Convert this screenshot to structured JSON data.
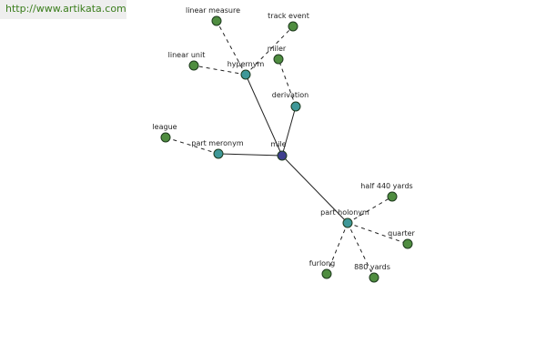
{
  "watermark": {
    "text": "http://www.artikata.com"
  },
  "colors": {
    "center_node": "#3e3f8e",
    "relation_node": "#3f9898",
    "leaf_node": "#4f8d40",
    "edge": "#222222"
  },
  "graph": {
    "nodes": [
      {
        "id": "mile",
        "label": "mile",
        "kind": "center"
      },
      {
        "id": "hypernym",
        "label": "hypernym",
        "kind": "relation"
      },
      {
        "id": "derivation",
        "label": "derivation",
        "kind": "relation"
      },
      {
        "id": "part-meronym",
        "label": "part meronym",
        "kind": "relation"
      },
      {
        "id": "part-holonym",
        "label": "part holonym",
        "kind": "relation"
      },
      {
        "id": "linear-measure",
        "label": "linear measure",
        "kind": "leaf"
      },
      {
        "id": "linear-unit",
        "label": "linear unit",
        "kind": "leaf"
      },
      {
        "id": "track-event",
        "label": "track event",
        "kind": "leaf"
      },
      {
        "id": "miler",
        "label": "miler",
        "kind": "leaf"
      },
      {
        "id": "league",
        "label": "league",
        "kind": "leaf"
      },
      {
        "id": "half-440-yards",
        "label": "half 440 yards",
        "kind": "leaf"
      },
      {
        "id": "quarter",
        "label": "quarter",
        "kind": "leaf"
      },
      {
        "id": "furlong",
        "label": "furlong",
        "kind": "leaf"
      },
      {
        "id": "880-yards",
        "label": "880 yards",
        "kind": "leaf"
      }
    ],
    "edges": [
      {
        "from": "mile",
        "to": "hypernym",
        "style": "solid"
      },
      {
        "from": "mile",
        "to": "derivation",
        "style": "solid"
      },
      {
        "from": "mile",
        "to": "part-meronym",
        "style": "solid"
      },
      {
        "from": "mile",
        "to": "part-holonym",
        "style": "solid"
      },
      {
        "from": "hypernym",
        "to": "linear-measure",
        "style": "dashed"
      },
      {
        "from": "hypernym",
        "to": "linear-unit",
        "style": "dashed"
      },
      {
        "from": "hypernym",
        "to": "track-event",
        "style": "dashed"
      },
      {
        "from": "derivation",
        "to": "miler",
        "style": "dashed"
      },
      {
        "from": "part-meronym",
        "to": "league",
        "style": "dashed"
      },
      {
        "from": "part-holonym",
        "to": "half-440-yards",
        "style": "dashed"
      },
      {
        "from": "part-holonym",
        "to": "quarter",
        "style": "dashed"
      },
      {
        "from": "part-holonym",
        "to": "furlong",
        "style": "dashed"
      },
      {
        "from": "part-holonym",
        "to": "880-yards",
        "style": "dashed"
      }
    ]
  }
}
